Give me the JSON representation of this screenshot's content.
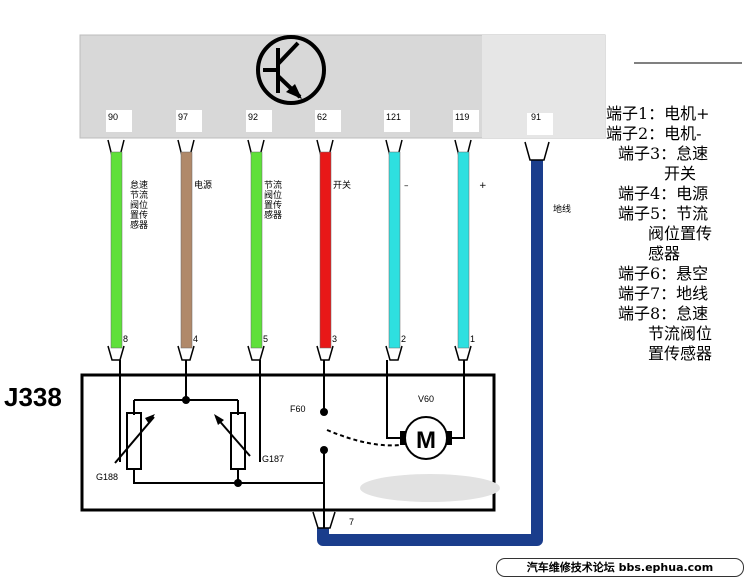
{
  "ecu": {
    "pins": [
      {
        "number": "90",
        "wire_color": "#5fe03a",
        "label": "怠速\n节流\n阀位\n置传\n感器",
        "bottom_pin": "8"
      },
      {
        "number": "97",
        "wire_color": "#b0896a",
        "label": "电源",
        "bottom_pin": "4"
      },
      {
        "number": "92",
        "wire_color": "#5fe03a",
        "label": "节流\n阀位\n置传\n感器",
        "bottom_pin": "5"
      },
      {
        "number": "62",
        "wire_color": "#e81818",
        "label": "开关",
        "bottom_pin": "3"
      },
      {
        "number": "121",
        "wire_color": "#2ee0e0",
        "label": "–",
        "bottom_pin": "2"
      },
      {
        "number": "119",
        "wire_color": "#2ee0e0",
        "label": "+",
        "bottom_pin": "1"
      }
    ],
    "ground_pin": "91",
    "ground_label": "地线",
    "ground_wire_color": "#1a3d8c"
  },
  "unit": {
    "name": "J338",
    "switch_label": "F60",
    "motor_label": "V60",
    "motor_symbol": "M",
    "sensor1_label": "G188",
    "sensor2_label": "G187",
    "ground_pin": "7"
  },
  "legend": [
    {
      "lines": [
        "端子1：电机+"
      ]
    },
    {
      "lines": [
        "端子2：电机-"
      ]
    },
    {
      "lines": [
        "端子3：怠速",
        "开关"
      ]
    },
    {
      "lines": [
        "端子4：电源"
      ]
    },
    {
      "lines": [
        "端子5：节流",
        "阀位置传",
        "感器"
      ]
    },
    {
      "lines": [
        "端子6：悬空"
      ]
    },
    {
      "lines": [
        "端子7：地线"
      ]
    },
    {
      "lines": [
        "端子8：怠速",
        "节流阀位",
        "置传感器"
      ]
    }
  ],
  "footer": "汽车维修技术论坛 bbs.ephua.com"
}
